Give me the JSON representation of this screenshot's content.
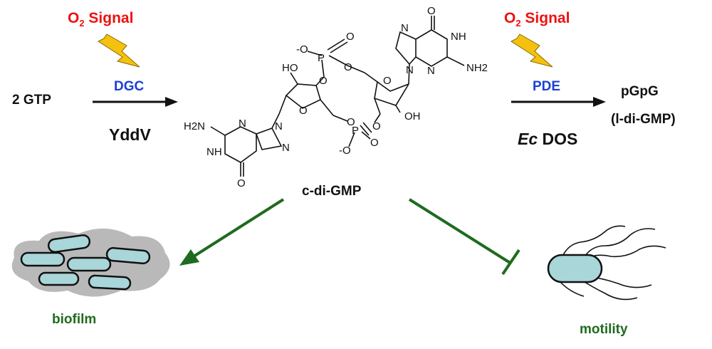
{
  "o2_signal_left": {
    "o": "O",
    "sub": "2",
    "text": " Signal"
  },
  "o2_signal_right": {
    "o": "O",
    "sub": "2",
    "text": " Signal"
  },
  "substrate": "2 GTP",
  "enzyme_left": {
    "class": "DGC",
    "name": "YddV"
  },
  "enzyme_right": {
    "class": "PDE",
    "name_italic": "Ec",
    "name_rest": " DOS"
  },
  "product": {
    "line1": "pGpG",
    "line2": "(l-di-GMP)"
  },
  "molecule_label": "c-di-GMP",
  "outcomes": {
    "promoted": "biofilm",
    "inhibited": "motility"
  },
  "colors": {
    "signal": "#ee1111",
    "enzyme_class": "#1a3fd6",
    "outcome": "#1f6b1f",
    "lightning": "#f4c10f",
    "cell_fill": "#a9d6d8",
    "biofilm_matrix": "#b9b9b9"
  },
  "structure_atoms": {
    "nh2_top": "NH2",
    "nh_top": "NH",
    "o_top": "O",
    "n_top_a": "N",
    "n_top_b": "N",
    "n_top_c": "N",
    "o_phos_top": "O",
    "o_minus_top": "-O",
    "p_top": "P",
    "o_link_top": "O",
    "o_link_top2": "O",
    "ho_top": "HO",
    "o_ring_left": "O",
    "o_ring_right": "O",
    "oh_right": "OH",
    "h2n_bottom": "H2N",
    "nh_bottom": "NH",
    "o_bottom": "O",
    "n_bot_a": "N",
    "n_bot_b": "N",
    "n_bot_c": "N",
    "o_link_bot": "O",
    "o_link_bot2": "O",
    "p_bottom": "P",
    "o_phos_bottom": "O",
    "o_minus_bottom": "-O"
  }
}
